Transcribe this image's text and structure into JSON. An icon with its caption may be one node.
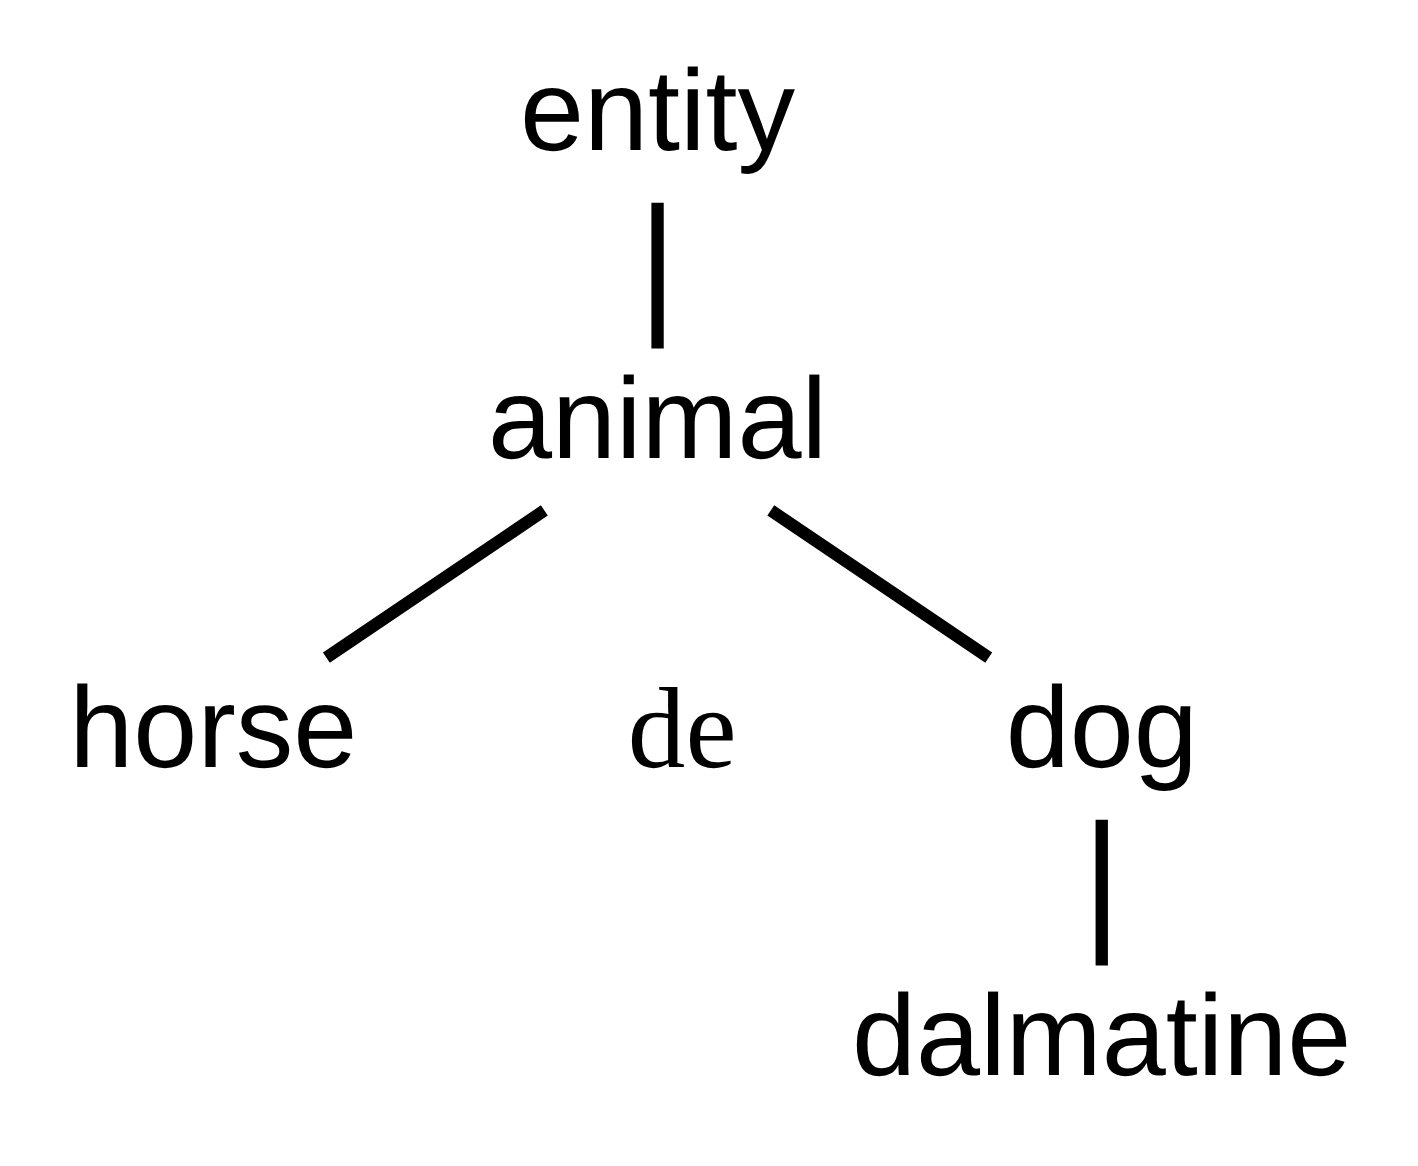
{
  "diagram": {
    "nodes": [
      {
        "text": [
          "entity"
        ]
      },
      {
        "text": [
          "animal"
        ]
      },
      {
        "text": [
          "dog"
        ]
      },
      {
        "text": [
          "horse"
        ]
      },
      {
        "text": [
          "dalmatine"
        ]
      }
    ],
    "edges": [
      {
        "from": 0,
        "to": 1,
        "arrow": "none"
      },
      {
        "from": 1,
        "to": 2,
        "arrow": "none"
      },
      {
        "from": 1,
        "to": 3,
        "arrow": "none"
      },
      {
        "from": 2,
        "to": 4,
        "arrow": "none"
      }
    ],
    "labels": [
      "de"
    ]
  }
}
